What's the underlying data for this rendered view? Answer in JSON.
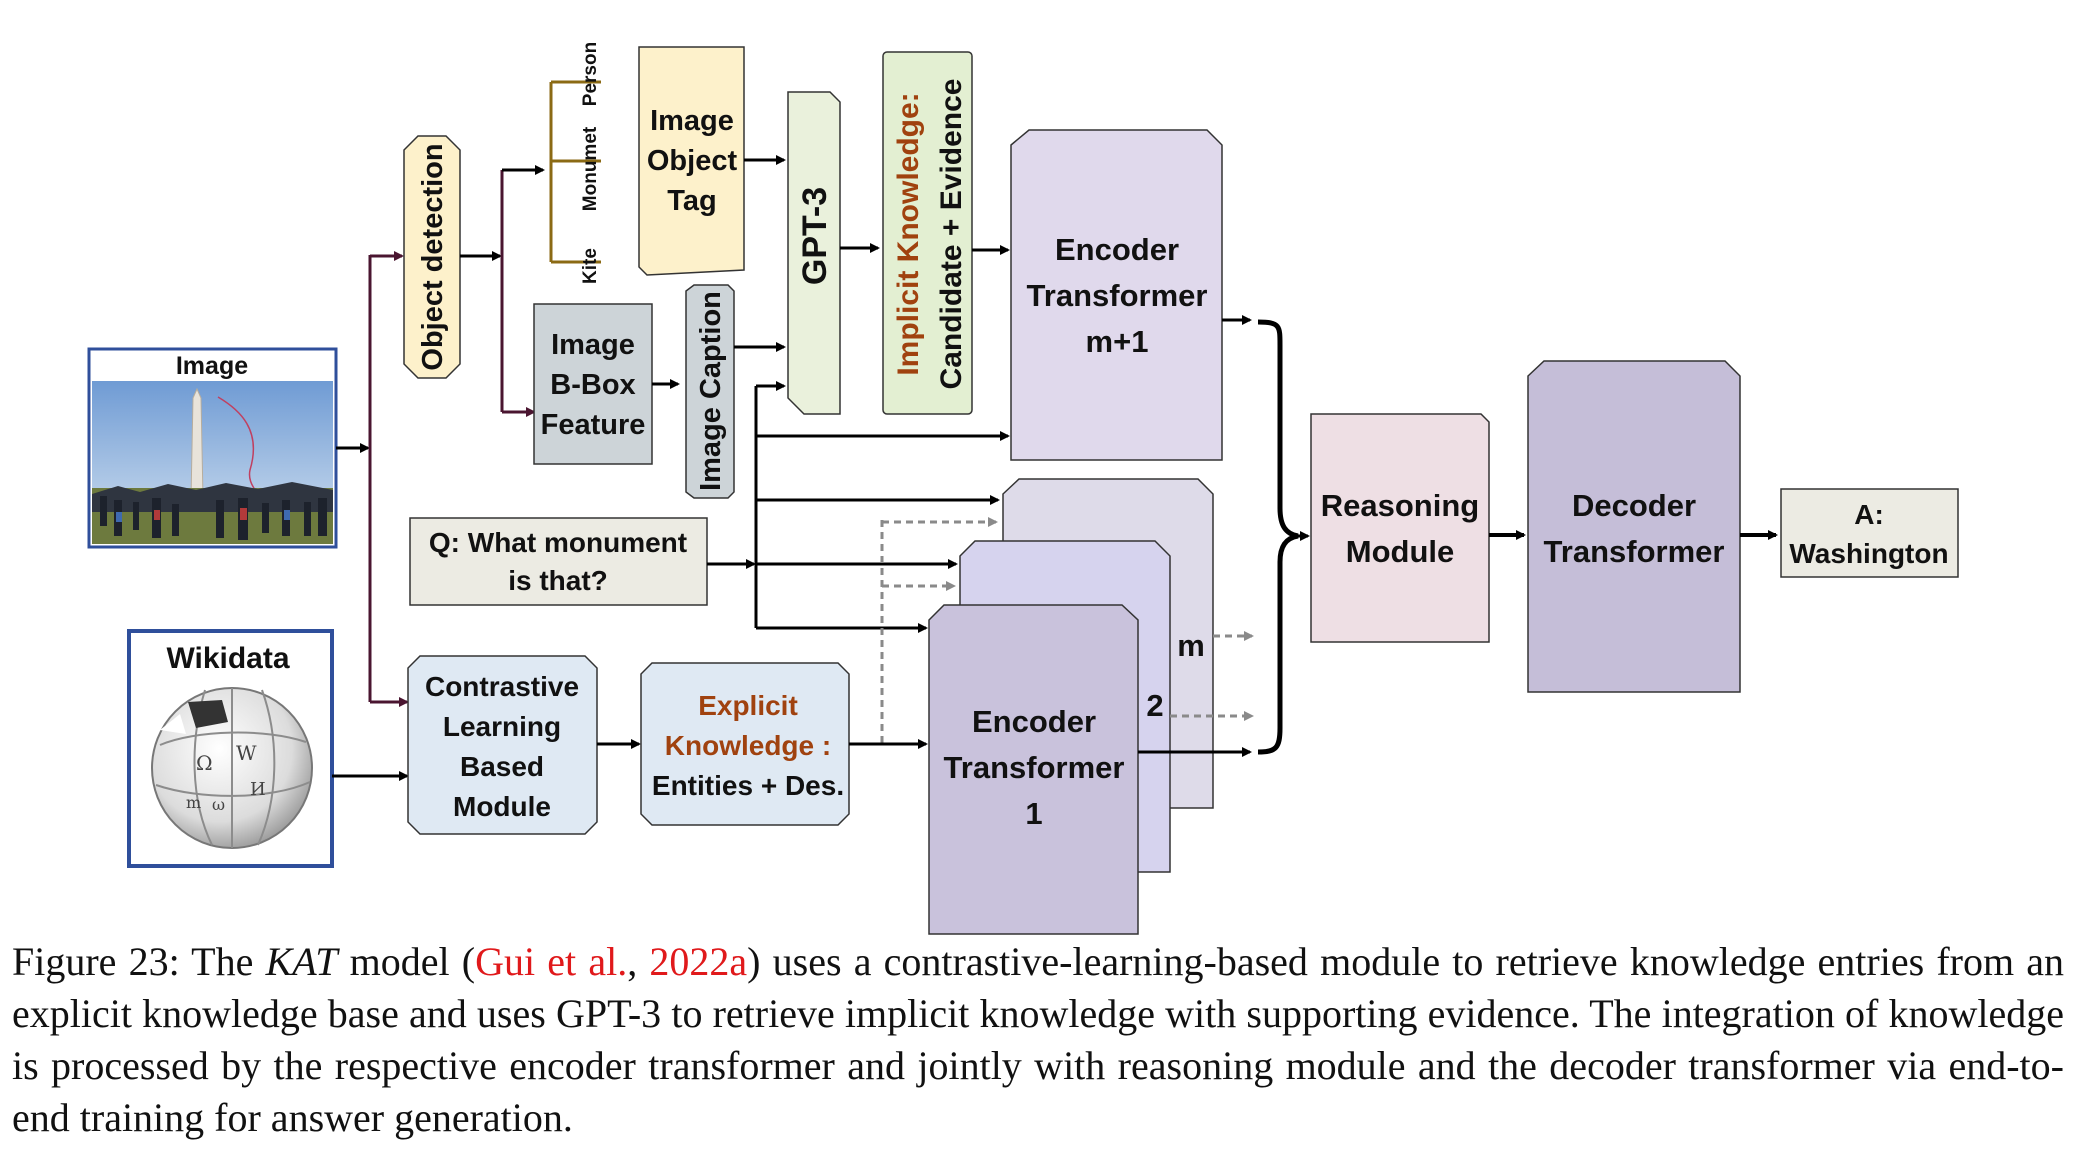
{
  "nodes": {
    "image_title": "Image",
    "wikidata_title": "Wikidata",
    "object_detection": "Object detection",
    "tag_person": "Person",
    "tag_monument": "Monumet",
    "tag_kite": "Kite",
    "image_object_tag": [
      "Image",
      "Object",
      "Tag"
    ],
    "image_bbox_feature": [
      "Image",
      "B-Box",
      "Feature"
    ],
    "image_caption": "Image Caption",
    "gpt3": "GPT-3",
    "implicit_knowledge": [
      "Implicit Knowledge:",
      "Candidate + Evidence"
    ],
    "encoder_top": [
      "Encoder",
      "Transformer",
      "m+1"
    ],
    "question": [
      "Q: What monument",
      "is that?"
    ],
    "contrastive": [
      "Contrastive",
      "Learning",
      "Based",
      "Module"
    ],
    "explicit_knowledge": [
      "Explicit",
      "Knowledge :",
      "Entities + Des."
    ],
    "encoder_front": [
      "Encoder",
      "Transformer",
      "1"
    ],
    "stack_label_m": "m",
    "stack_label_2": "2",
    "reasoning": [
      "Reasoning",
      "Module"
    ],
    "decoder": [
      "Decoder",
      "Transformer"
    ],
    "answer": [
      "A:",
      "Washington"
    ]
  },
  "caption": {
    "prefix": "Figure 23: The ",
    "model": "KAT",
    "mid1": " model (",
    "cite_author": "Gui et al.",
    "sep": ", ",
    "cite_year": "2022a",
    "rest": ") uses a contrastive-learning-based module to retrieve knowledge entries from an explicit knowledge base and uses GPT-3 to retrieve implicit knowledge with supporting evidence.  The integration of knowledge is processed by the respective encoder transformer and jointly with reasoning module and the decoder transformer via end-to-end training for answer generation."
  },
  "colors": {
    "accent_text": "#a0420f",
    "citation": "#e0191b",
    "object_detection_fill": "#fdf1cb",
    "tag_fill": "#fdf1cb",
    "bbox_fill": "#cdd4d8",
    "gpt3_fill": "#eaf1dc",
    "implicit_fill": "#e3efd2",
    "encoder_top_fill": "#e0d9ec",
    "encoder_mid1_fill": "#dedbe9",
    "encoder_mid2_fill": "#d6d3ee",
    "encoder_front_fill": "#c9c2dc",
    "reasoning_fill": "#eedfe4",
    "decoder_fill": "#c5bed8",
    "answer_fill": "#ecebe3",
    "question_fill": "#ecebe3",
    "contrastive_fill": "#dfe9f3",
    "explicit_fill": "#dfe9f3",
    "image_border": "#2f4f9b",
    "tag_line": "#8b6a14",
    "path_dark": "#4a1530"
  }
}
